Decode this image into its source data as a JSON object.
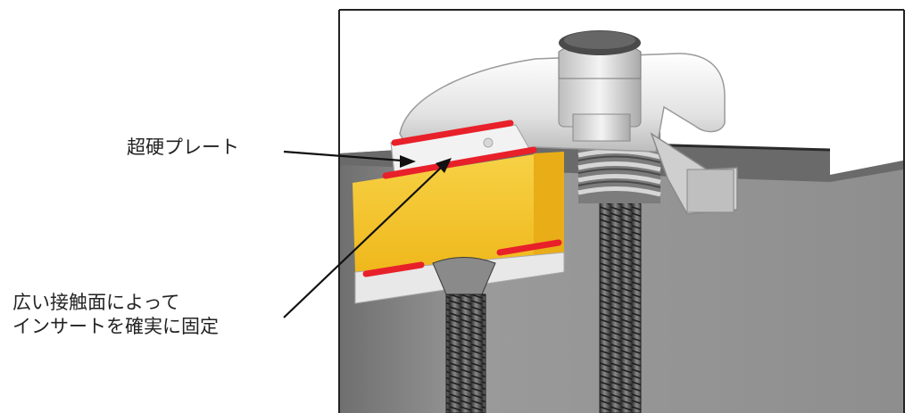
{
  "labels": {
    "carbide_plate": "超硬プレート",
    "contact_line1": "広い接触面によって",
    "contact_line2": "インサートを確実に固定"
  },
  "colors": {
    "insert": "#f2c228",
    "highlight": "#e8202a",
    "holder_body": "#8b8b8b",
    "frame": "#222222"
  },
  "icons": {
    "clamp": "clamp-icon",
    "screw": "screw-icon",
    "spring": "spring-icon"
  }
}
